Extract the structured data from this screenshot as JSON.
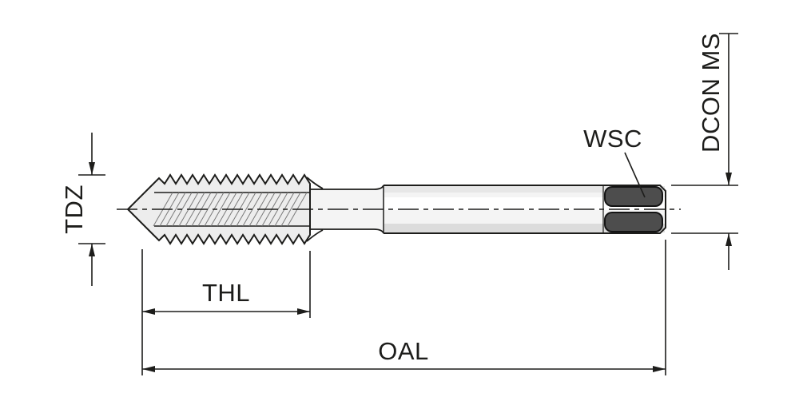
{
  "labels": {
    "tdz": "TDZ",
    "thl": "THL",
    "oal": "OAL",
    "wsc": "WSC",
    "dcon_ms": "DCON MS"
  },
  "colors": {
    "line": "#1d1d1b",
    "hatch": "#7a7a7a",
    "metal_light": "#ededed",
    "metal_lighter": "#f4f4f4",
    "highlight": "#ffffff",
    "shade_top": "#e7e7e7",
    "shade_bottom": "#dcdcdc",
    "flat_dark": "#4d4d4d",
    "flat_edge": "#141414",
    "background": "#ffffff"
  }
}
